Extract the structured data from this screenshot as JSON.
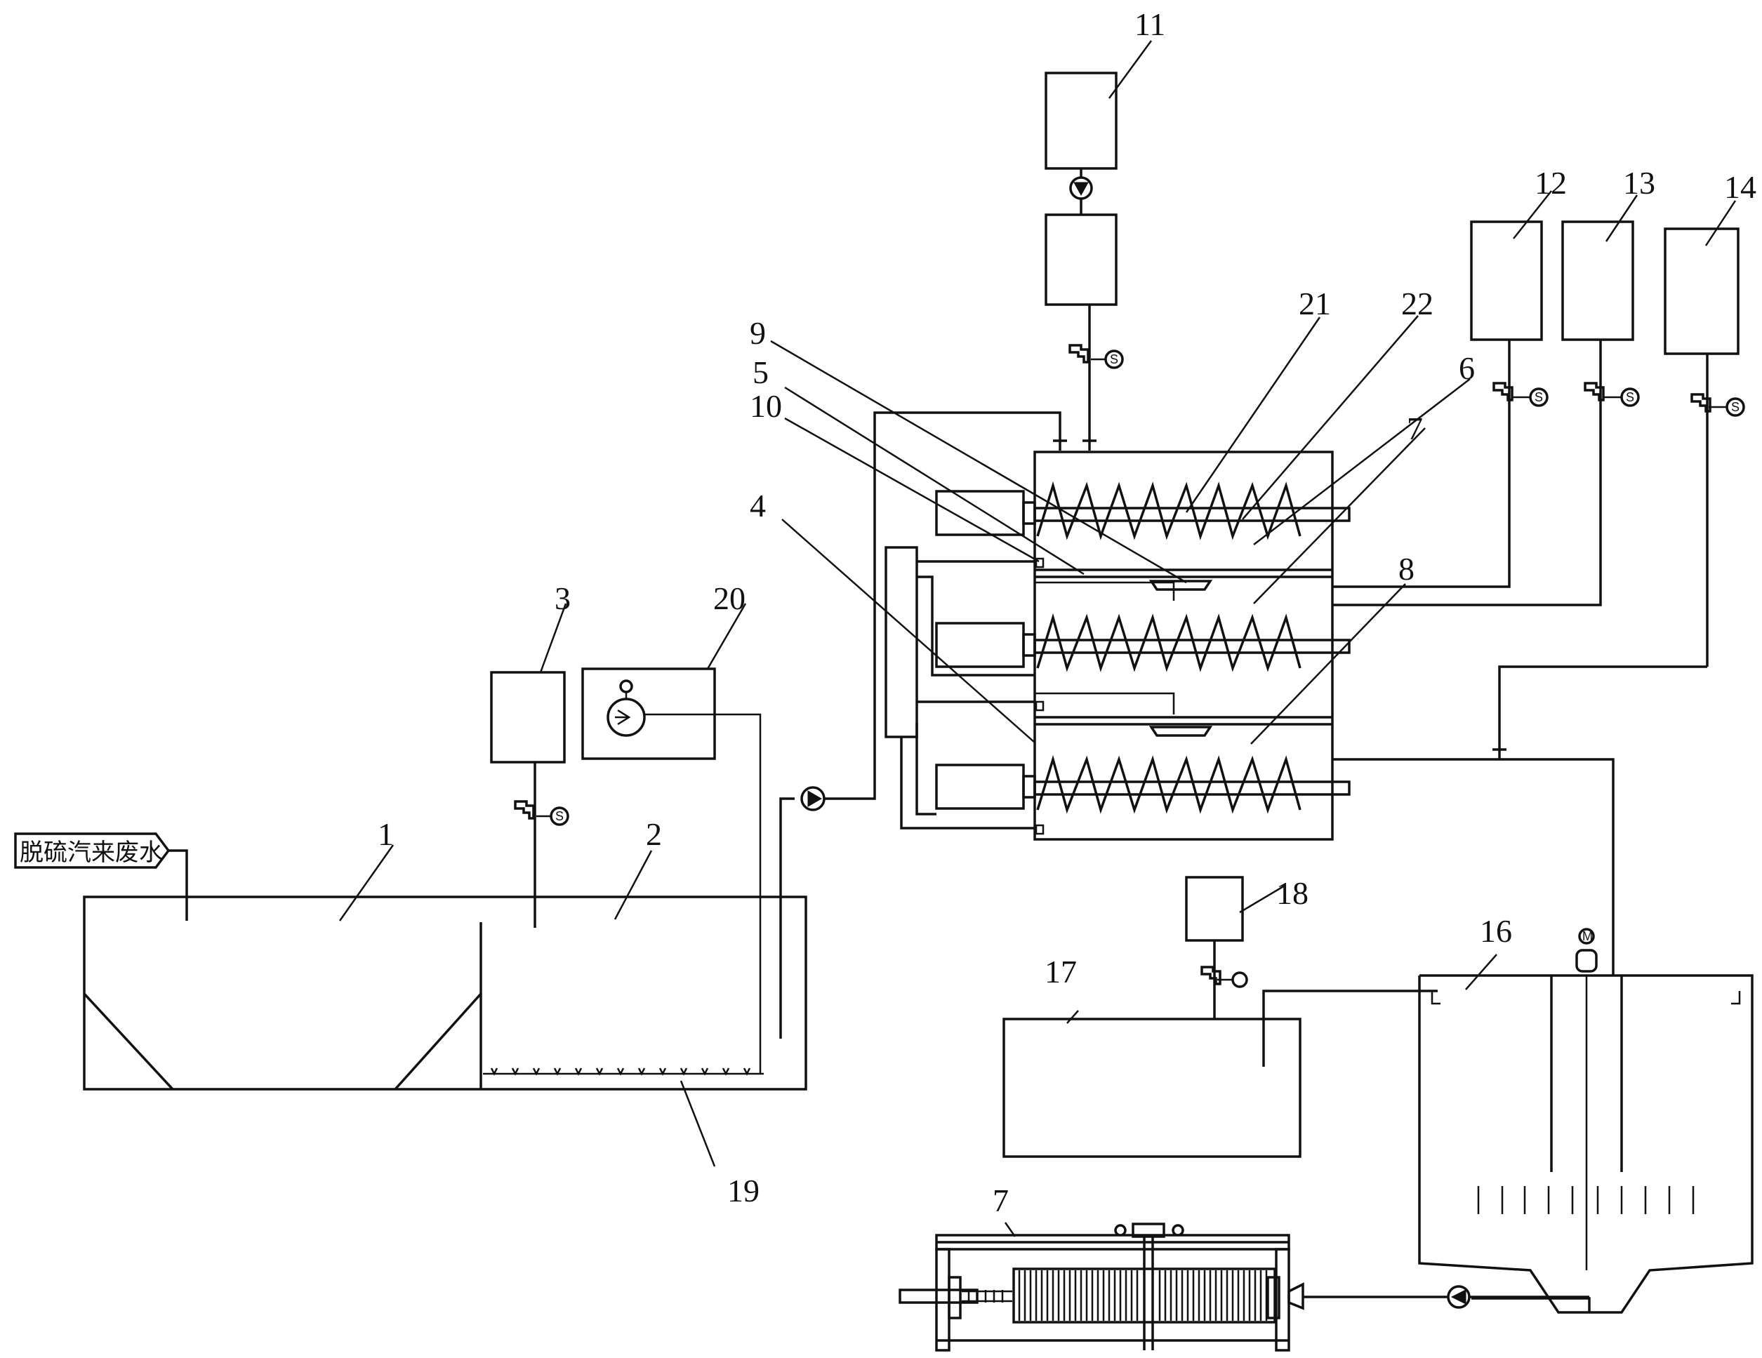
{
  "inlet_label": "脱硫汽来废水",
  "valve_symbol": "S",
  "motor_symbol": "M",
  "numbers": {
    "n1": "1",
    "n2": "2",
    "n3": "3",
    "n4": "4",
    "n5": "5",
    "n6": "6",
    "n7": "7",
    "n7b": "7",
    "n8": "8",
    "n9": "9",
    "n10": "10",
    "n11": "11",
    "n12": "12",
    "n13": "13",
    "n14": "14",
    "n16": "16",
    "n17": "17",
    "n18": "18",
    "n19": "19",
    "n20": "20",
    "n21": "21",
    "n22": "22"
  }
}
